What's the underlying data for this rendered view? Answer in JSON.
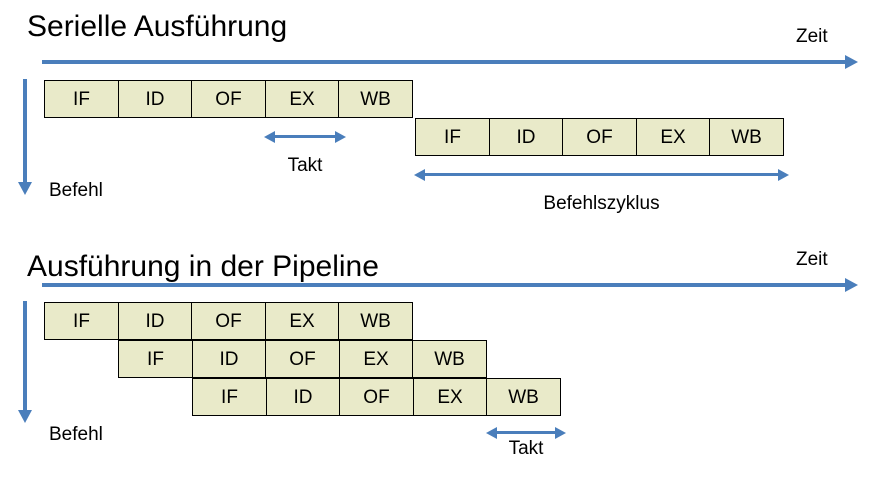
{
  "diagram": {
    "accent_color": "#4a7ebb",
    "box_fill_color": "#e9eac9",
    "box_border_color": "#000000",
    "background_color": "#ffffff"
  },
  "serial": {
    "title": "Serielle Ausführung",
    "time_label": "Zeit",
    "befehl_label": "Befehl",
    "instruction_rows": [
      {
        "stages": [
          "IF",
          "ID",
          "OF",
          "EX",
          "WB"
        ]
      },
      {
        "stages": [
          "IF",
          "ID",
          "OF",
          "EX",
          "WB"
        ]
      }
    ],
    "takt_label": "Takt",
    "cycle_label": "Befehlszyklus"
  },
  "pipeline": {
    "title": "Ausführung in der Pipeline",
    "time_label": "Zeit",
    "befehl_label": "Befehl",
    "instruction_rows": [
      {
        "stages": [
          "IF",
          "ID",
          "OF",
          "EX",
          "WB"
        ]
      },
      {
        "stages": [
          "IF",
          "ID",
          "OF",
          "EX",
          "WB"
        ]
      },
      {
        "stages": [
          "IF",
          "ID",
          "OF",
          "EX",
          "WB"
        ]
      }
    ],
    "takt_label": "Takt"
  }
}
